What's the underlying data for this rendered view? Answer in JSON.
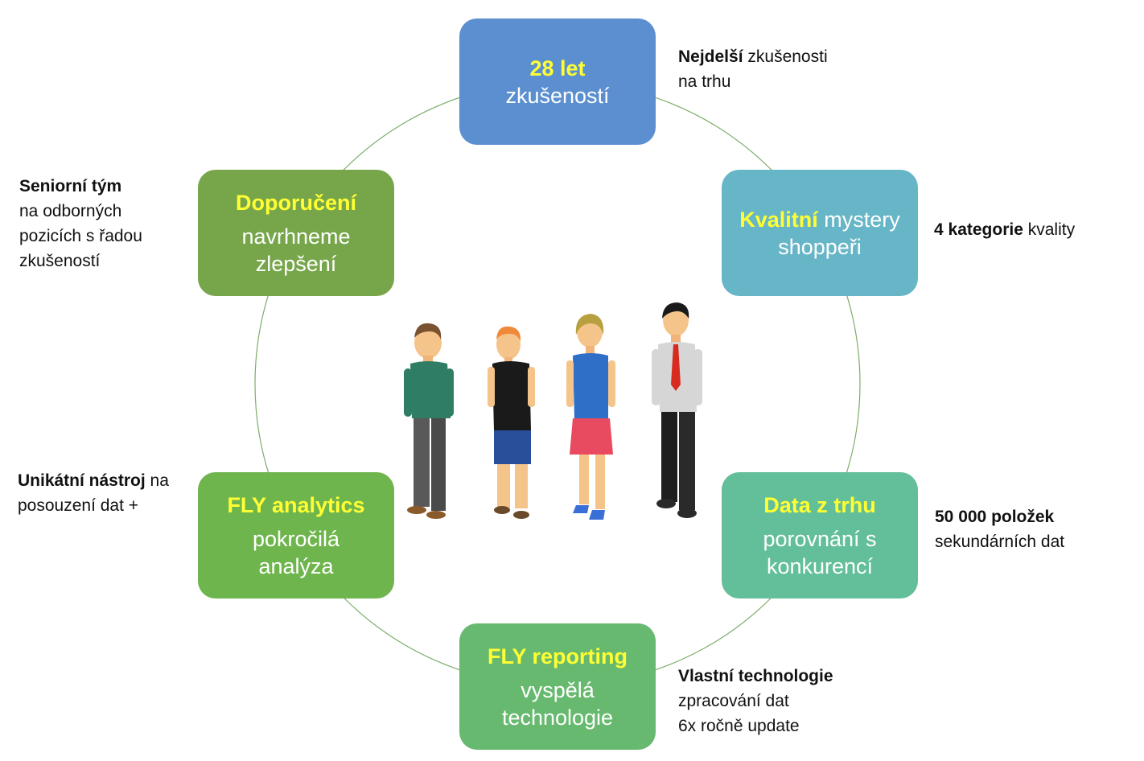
{
  "boxes": {
    "experience": {
      "highlight": "28 let",
      "text": "zkušeností",
      "color": "#5b8fd0"
    },
    "shoppers": {
      "highlight": "Kvalitní",
      "text": "mystery shoppeři",
      "color": "#67b6c7"
    },
    "market": {
      "highlight": "Data z trhu",
      "text": "porovnání s konkurencí",
      "color": "#63bf9a"
    },
    "reporting": {
      "highlight": "FLY reporting",
      "text": "vyspělá technologie",
      "color": "#67b96f"
    },
    "analytics": {
      "highlight": "FLY analytics",
      "text": "pokročilá analýza",
      "color": "#6fb54d"
    },
    "recommend": {
      "highlight": "Doporučení",
      "text": "navrhneme zlepšení",
      "color": "#77a64a"
    }
  },
  "notes": {
    "experience": {
      "bold": "Nejdelší",
      "rest": "zkušenosti",
      "line2": "na trhu"
    },
    "shoppers": {
      "bold": "4 kategorie",
      "rest": "kvality"
    },
    "market": {
      "bold": "50 000 položek",
      "line2": "sekundárních dat"
    },
    "reporting": {
      "bold": "Vlastní technologie",
      "line2": "zpracování dat",
      "line3": "6x ročně update"
    },
    "analytics": {
      "bold": "Unikátní nástroj",
      "rest": "na",
      "line2": "posouzení dat +"
    },
    "recommend": {
      "bold": "Seniorní tým",
      "line2": "na odborných",
      "line3": "pozicích s řadou",
      "line4": "zkušeností"
    }
  },
  "colors": {
    "ring": "#7cae6a",
    "highlight_text": "#ffff33"
  },
  "illustration": {
    "icon": "team-of-four-people-icon"
  }
}
